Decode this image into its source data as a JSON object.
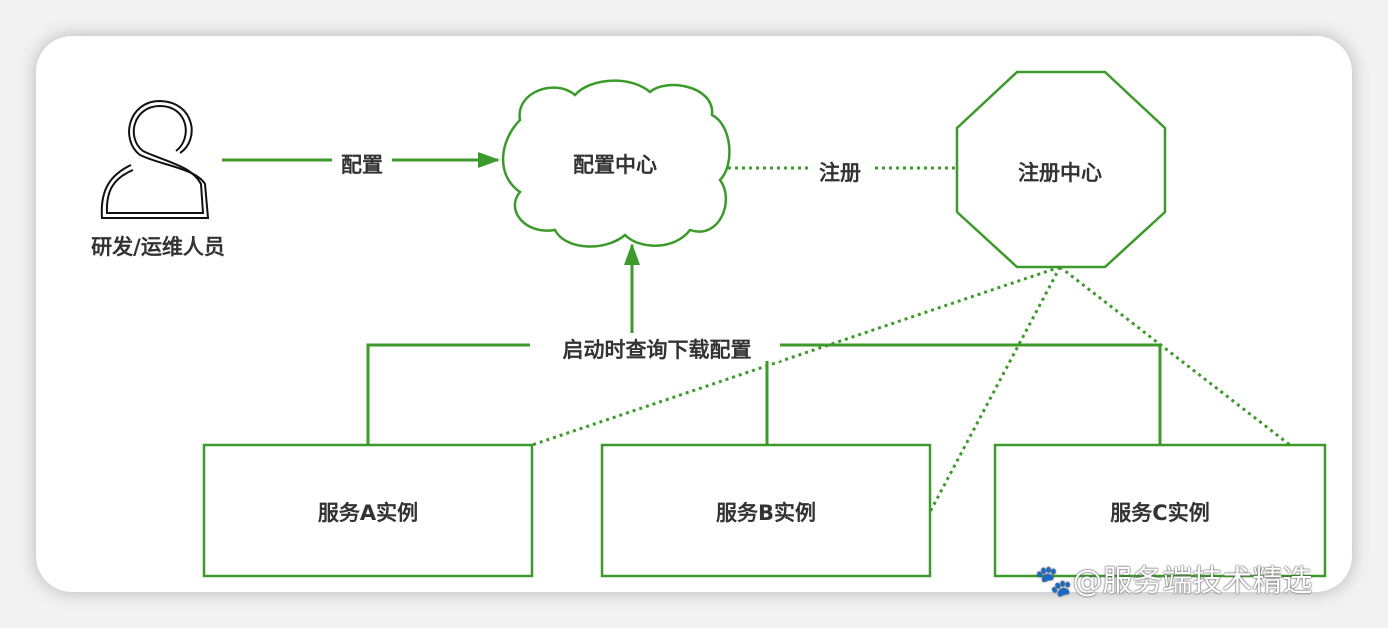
{
  "nodes": {
    "person": "研发/运维人员",
    "config_center": "配置中心",
    "registry": "注册中心",
    "service_a": "服务A实例",
    "service_b": "服务B实例",
    "service_c": "服务C实例"
  },
  "edges": {
    "configure": "配置",
    "register": "注册",
    "startup_fetch": "启动时查询下载配置"
  },
  "watermark": "@服务端技术精选",
  "colors": {
    "line": "#3c9a2a",
    "text": "#333333"
  }
}
